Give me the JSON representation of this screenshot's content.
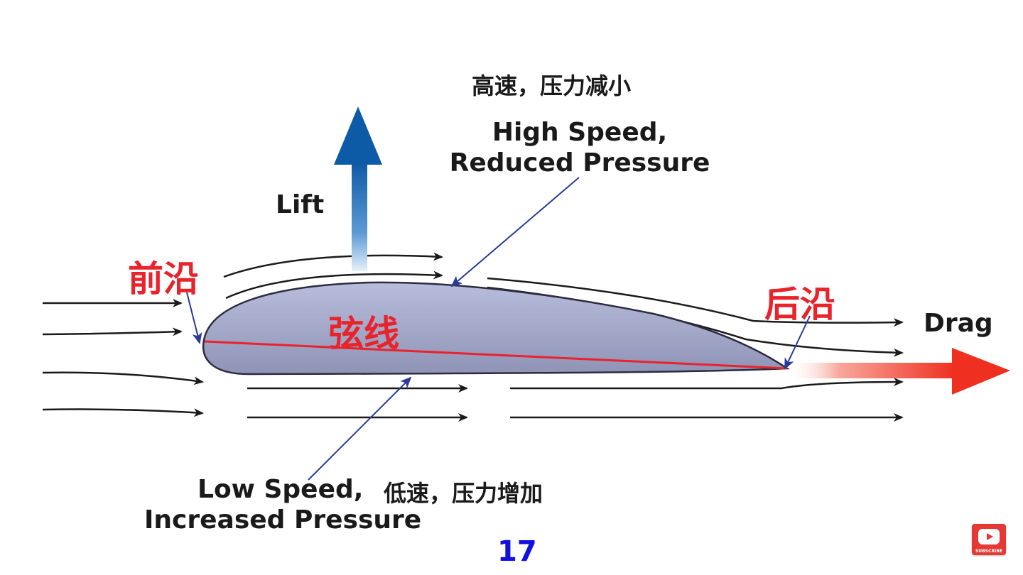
{
  "labels": {
    "top_cn": "高速，压力减小",
    "top_en_line1": "High Speed,",
    "top_en_line2": "Reduced Pressure",
    "lift": "Lift",
    "leading_edge": "前沿",
    "chord": "弦线",
    "trailing_edge": "后沿",
    "drag": "Drag",
    "bottom_en_line1": "Low Speed,",
    "bottom_cn": "低速，压力增加",
    "bottom_en_line2": "Increased Pressure"
  },
  "page_number": "17",
  "subscribe": {
    "label": "SUBSCRIBE"
  },
  "colors": {
    "airfoil_fill": "#a9adcf",
    "chord_line": "#e8232a",
    "lift_arrow": "#1560a8",
    "drag_arrow": "#f03a2a",
    "pointer": "#2a3a9a",
    "flow_line": "#1a1a1a",
    "page_number": "#1010e0"
  }
}
